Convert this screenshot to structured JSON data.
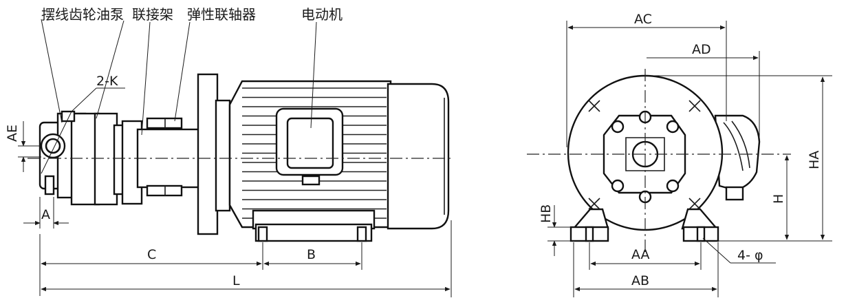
{
  "labels": {
    "gear_pump": "摆线齿轮油泵",
    "bracket": "联接架",
    "coupling": "弹性联轴器",
    "motor": "电动机",
    "port": "2-K"
  },
  "side_dimensions": {
    "AE": "AE",
    "A": "A",
    "C": "C",
    "B": "B",
    "L": "L"
  },
  "end_dimensions": {
    "AC": "AC",
    "AD": "AD",
    "HA": "HA",
    "H": "H",
    "HB": "HB",
    "AA": "AA",
    "AB": "AB",
    "bolt_holes": "4- φ"
  }
}
